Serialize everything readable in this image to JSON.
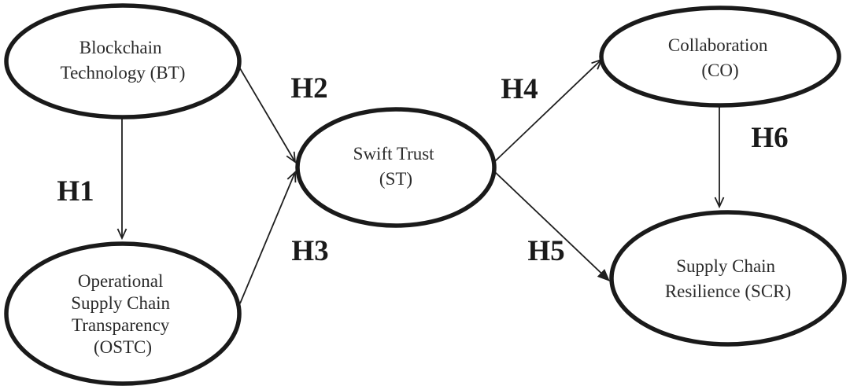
{
  "diagram": {
    "type": "hypothesis-model",
    "background_color": "#ffffff",
    "stroke_color": "#1a1a1a",
    "text_color": "#2b2b2b",
    "nodes": [
      {
        "id": "BT",
        "lines": [
          "Blockchain",
          "Technology (BT)"
        ]
      },
      {
        "id": "OSTC",
        "lines": [
          "Operational",
          "Supply Chain",
          "Transparency",
          "(OSTC)"
        ]
      },
      {
        "id": "ST",
        "lines": [
          "Swift Trust",
          "(ST)"
        ]
      },
      {
        "id": "CO",
        "lines": [
          "Collaboration",
          "(CO)"
        ]
      },
      {
        "id": "SCR",
        "lines": [
          "Supply Chain",
          "Resilience (SCR)"
        ]
      }
    ],
    "edges": [
      {
        "label": "H1",
        "from": "BT",
        "to": "OSTC",
        "arrowhead": "open"
      },
      {
        "label": "H2",
        "from": "BT",
        "to": "ST",
        "arrowhead": "open"
      },
      {
        "label": "H3",
        "from": "OSTC",
        "to": "ST",
        "arrowhead": "open"
      },
      {
        "label": "H4",
        "from": "ST",
        "to": "CO",
        "arrowhead": "open"
      },
      {
        "label": "H5",
        "from": "ST",
        "to": "SCR",
        "arrowhead": "filled"
      },
      {
        "label": "H6",
        "from": "CO",
        "to": "SCR",
        "arrowhead": "open"
      }
    ]
  }
}
